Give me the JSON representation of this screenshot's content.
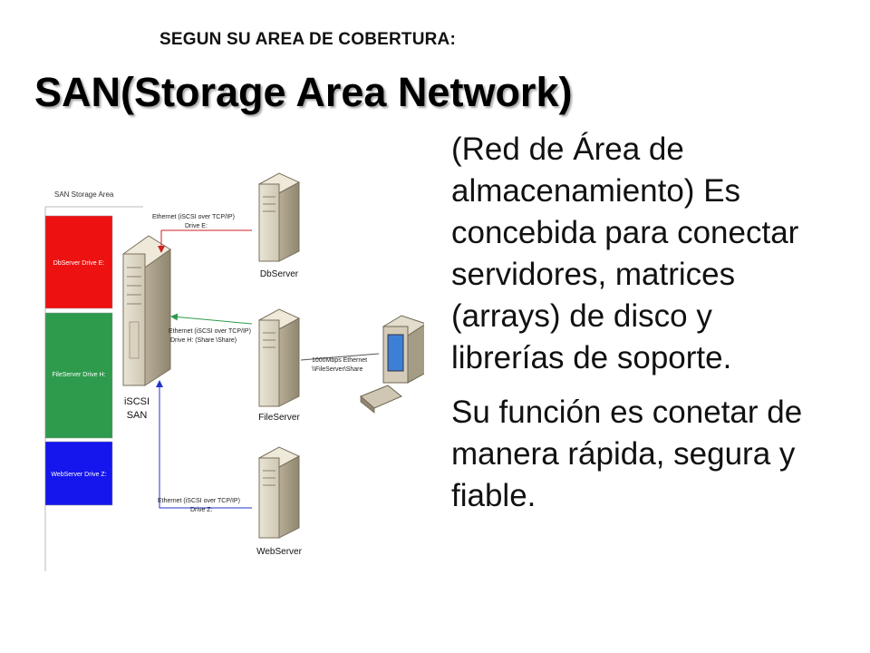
{
  "slide": {
    "subtitle": "SEGUN SU AREA DE COBERTURA:",
    "title": "SAN(Storage Area Network)",
    "paragraphs": [
      "(Red de Área de almacenamiento) Es concebida para conectar servidores, matrices (arrays) de disco y librerías de soporte.",
      "Su función es conetar de manera rápida, segura y fiable."
    ]
  },
  "diagram": {
    "storage_area_label": "SAN Storage Area",
    "drives": [
      {
        "label": "DbServer Drive E:",
        "color": "#ee1111"
      },
      {
        "label": "FileServer Drive H:",
        "color": "#2e9a4c"
      },
      {
        "label": "WebServer Drive Z:",
        "color": "#1515ee"
      }
    ],
    "san_label_line1": "iSCSI",
    "san_label_line2": "SAN",
    "servers": [
      {
        "name": "DbServer",
        "link_line1": "Ethernet (iSCSI over TCP/IP)",
        "link_line2": "Drive E:",
        "arrow_color": "#cc2222"
      },
      {
        "name": "FileServer",
        "link_line1": "Ethernet (iSCSI over TCP/IP)",
        "link_line2": "Drive H: (Share \\Share)",
        "arrow_color": "#2e9a4c"
      },
      {
        "name": "WebServer",
        "link_line1": "Ethernet (iSCSI over TCP/IP)",
        "link_line2": "Drive Z:",
        "arrow_color": "#2233cc"
      }
    ],
    "client_link_line1": "1000Mbps Ethernet",
    "client_link_line2": "\\\\FileServer\\Share"
  }
}
